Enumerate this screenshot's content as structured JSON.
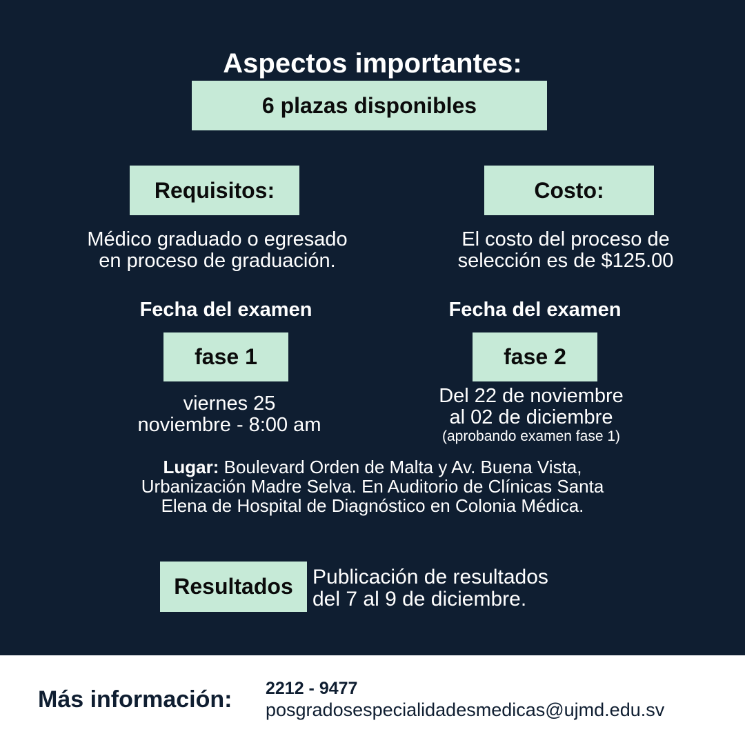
{
  "title": "Aspectos importantes:",
  "plazas": "6 plazas disponibles",
  "requisitos": {
    "label": "Requisitos:",
    "lines": [
      "Médico graduado o egresado",
      "en proceso de graduación."
    ]
  },
  "costo": {
    "label": "Costo:",
    "lines": [
      "El costo del proceso de",
      "selección es de $125.00"
    ]
  },
  "fase1": {
    "heading": "Fecha del examen",
    "label": "fase 1",
    "lines": [
      "viernes 25",
      "noviembre - 8:00 am"
    ]
  },
  "fase2": {
    "heading": "Fecha del examen",
    "label": "fase 2",
    "lines": [
      "Del 22 de noviembre",
      "al 02 de diciembre"
    ],
    "note": "(aprobando examen fase 1)"
  },
  "lugar": {
    "label": "Lugar:",
    "line1": " Boulevard Orden de Malta y Av. Buena Vista,",
    "line2": "Urbanización Madre Selva. En Auditorio de Clínicas Santa",
    "line3": "Elena de Hospital de Diagnóstico en Colonia Médica."
  },
  "resultados": {
    "label": "Resultados",
    "lines": [
      "Publicación de resultados",
      "del 7 al 9 de diciembre."
    ]
  },
  "footer": {
    "label": "Más información:",
    "phone": "2212 - 9477",
    "email": "posgradosespecialidadesmedicas@ujmd.edu.sv"
  },
  "colors": {
    "background": "#0f1e31",
    "accent": "#c6ead7"
  }
}
